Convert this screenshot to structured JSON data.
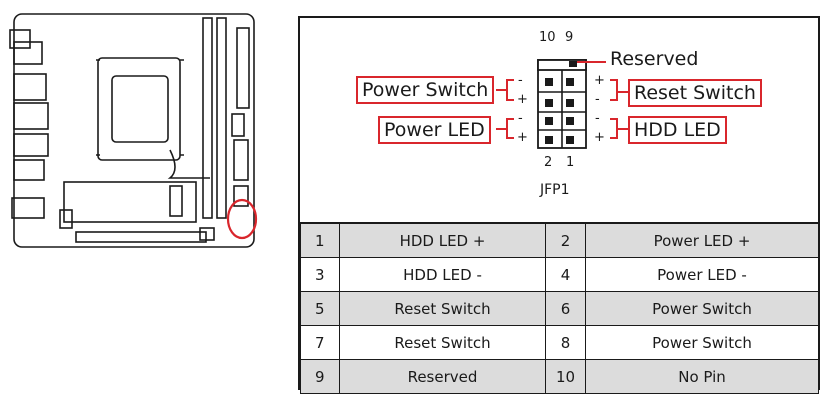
{
  "header_name": "JFP1",
  "pin_top_labels": [
    "10",
    "9"
  ],
  "pin_bottom_labels": [
    "2",
    "1"
  ],
  "callouts": {
    "reserved": "Reserved",
    "power_switch": "Power Switch",
    "power_led": "Power LED",
    "reset_switch": "Reset Switch",
    "hdd_led": "HDD LED"
  },
  "polarity": {
    "plus": "+",
    "minus": "-"
  },
  "table": [
    {
      "pin_a": "1",
      "signal_a": "HDD LED +",
      "pin_b": "2",
      "signal_b": "Power LED +"
    },
    {
      "pin_a": "3",
      "signal_a": "HDD LED -",
      "pin_b": "4",
      "signal_b": "Power LED -"
    },
    {
      "pin_a": "5",
      "signal_a": "Reset Switch",
      "pin_b": "6",
      "signal_b": "Power Switch"
    },
    {
      "pin_a": "7",
      "signal_a": "Reset Switch",
      "pin_b": "8",
      "signal_b": "Power Switch"
    },
    {
      "pin_a": "9",
      "signal_a": "Reserved",
      "pin_b": "10",
      "signal_b": "No Pin"
    }
  ],
  "colors": {
    "accent": "#d9262c",
    "line": "#1a1a1a",
    "row_shade": "#dcdcdc"
  }
}
